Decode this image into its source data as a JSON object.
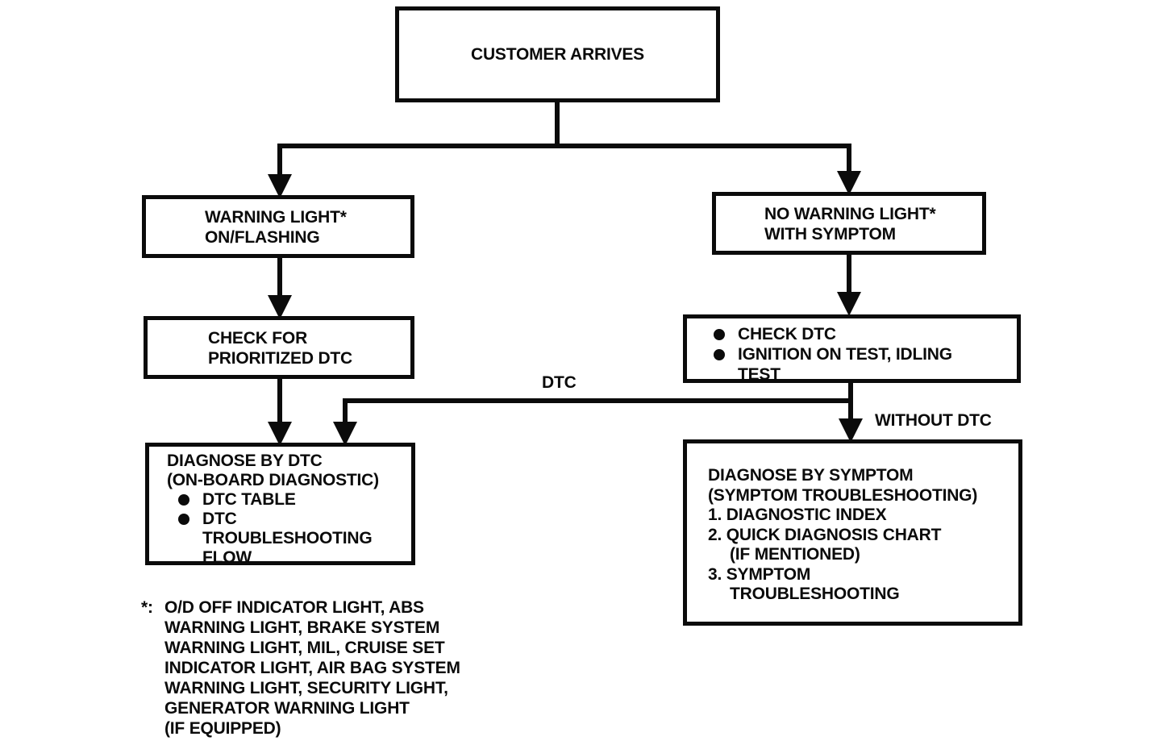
{
  "colors": {
    "ink": "#0b0b0b",
    "paper": "#ffffff"
  },
  "nodes": {
    "customer_arrives": {
      "label": "CUSTOMER ARRIVES"
    },
    "warning_light": {
      "lines": [
        "WARNING LIGHT*",
        "ON/FLASHING"
      ]
    },
    "no_warning_light": {
      "lines": [
        "NO WARNING LIGHT*",
        "WITH SYMPTOM"
      ]
    },
    "check_prioritized_dtc": {
      "lines": [
        "CHECK FOR",
        "PRIORITIZED DTC"
      ]
    },
    "check_dtc_tests": {
      "lines": [
        {
          "bullet": true,
          "text": "CHECK DTC"
        },
        {
          "bullet": true,
          "text": "IGNITION ON TEST, IDLING"
        },
        {
          "bullet": false,
          "text": "TEST"
        }
      ]
    },
    "diagnose_by_dtc": {
      "lines": [
        {
          "style": "plain",
          "text": "DIAGNOSE BY DTC"
        },
        {
          "style": "plain",
          "text": "(ON-BOARD DIAGNOSTIC)"
        },
        {
          "style": "bullet",
          "text": "DTC TABLE"
        },
        {
          "style": "bullet",
          "text": "DTC"
        },
        {
          "style": "hang",
          "text": "TROUBLESHOOTING"
        },
        {
          "style": "hang",
          "text": "FLOW"
        }
      ]
    },
    "diagnose_by_symptom": {
      "lines": [
        {
          "style": "plain",
          "text": "DIAGNOSE BY SYMPTOM"
        },
        {
          "style": "plain",
          "text": "(SYMPTOM TROUBLESHOOTING)"
        },
        {
          "style": "plain",
          "text": "1. DIAGNOSTIC INDEX"
        },
        {
          "style": "plain",
          "text": "2. QUICK DIAGNOSIS CHART"
        },
        {
          "style": "hang",
          "text": "(IF MENTIONED)"
        },
        {
          "style": "plain",
          "text": "3. SYMPTOM"
        },
        {
          "style": "hang",
          "text": "TROUBLESHOOTING"
        }
      ]
    }
  },
  "edge_labels": {
    "dtc": "DTC",
    "without_dtc": "WITHOUT DTC"
  },
  "footnote": {
    "marker": "*:",
    "lines": [
      "O/D OFF INDICATOR LIGHT, ABS",
      "WARNING LIGHT, BRAKE SYSTEM",
      "WARNING LIGHT, MIL, CRUISE SET",
      "INDICATOR LIGHT, AIR BAG SYSTEM",
      "WARNING LIGHT, SECURITY LIGHT,",
      "GENERATOR WARNING LIGHT",
      "(IF EQUIPPED)"
    ]
  }
}
